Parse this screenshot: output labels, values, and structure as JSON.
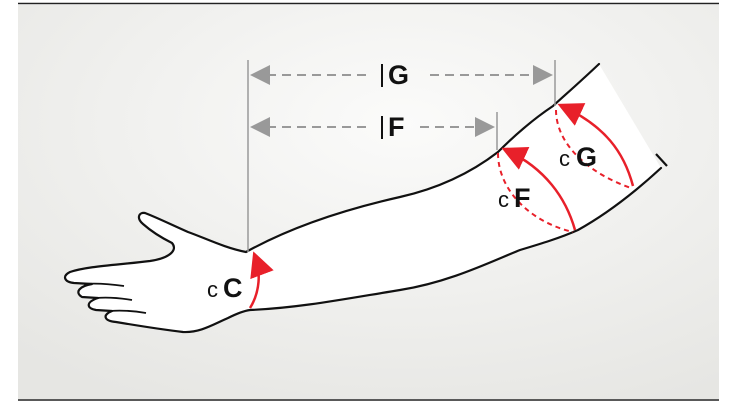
{
  "diagram": {
    "length_markers": [
      {
        "id": "G",
        "prefix": "l",
        "letter": "G"
      },
      {
        "id": "F",
        "prefix": "l",
        "letter": "F"
      }
    ],
    "circumference_markers": [
      {
        "id": "C",
        "prefix": "c",
        "letter": "C"
      },
      {
        "id": "F",
        "prefix": "c",
        "letter": "F"
      },
      {
        "id": "G",
        "prefix": "c",
        "letter": "G"
      }
    ],
    "colors": {
      "background": "#efefed",
      "outline": "#111111",
      "measure_line": "#999999",
      "circumference": "#e8202a"
    }
  }
}
